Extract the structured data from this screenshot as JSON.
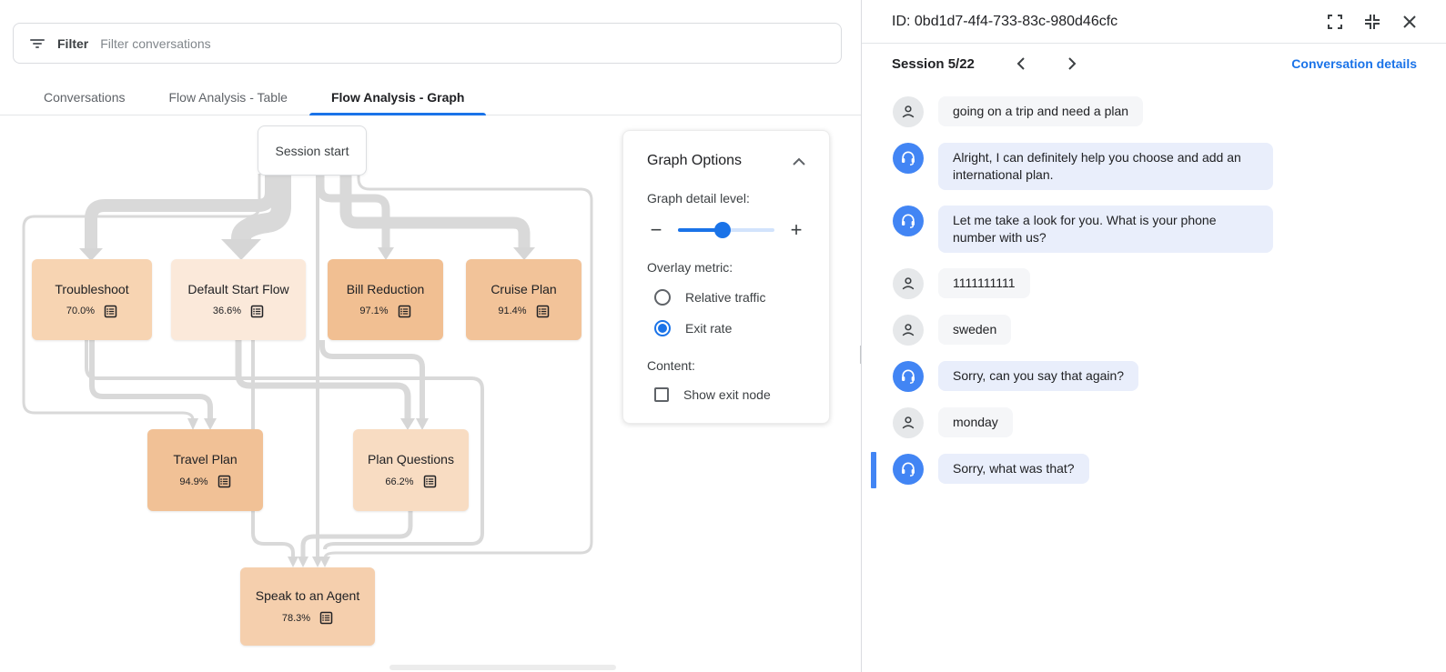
{
  "colors": {
    "accent_blue": "#1a73e8",
    "bot_avatar_blue": "#4285f4",
    "bot_bubble": "#e9eefb",
    "user_bubble": "#f5f6f8",
    "edge_gray": "#d9d9d9",
    "active_marker_blue": "#4285f4"
  },
  "left_panel": {
    "filter_bar": {
      "label": "Filter",
      "placeholder": "Filter conversations"
    },
    "tabs": [
      {
        "label": "Conversations",
        "active": false
      },
      {
        "label": "Flow Analysis - Table",
        "active": false
      },
      {
        "label": "Flow Analysis - Graph",
        "active": true
      }
    ],
    "graph": {
      "start_node": "Session start",
      "overlay_metric_shown": "Exit rate",
      "nodes": [
        {
          "label": "Troubleshoot",
          "exit_rate": "70.0%",
          "color": "#f7d4b2"
        },
        {
          "label": "Default Start Flow",
          "exit_rate": "36.6%",
          "color": "#fbe9da"
        },
        {
          "label": "Bill Reduction",
          "exit_rate": "97.1%",
          "color": "#f1bf92"
        },
        {
          "label": "Cruise Plan",
          "exit_rate": "91.4%",
          "color": "#f2c399"
        },
        {
          "label": "Travel Plan",
          "exit_rate": "94.9%",
          "color": "#f1c196"
        },
        {
          "label": "Plan Questions",
          "exit_rate": "66.2%",
          "color": "#f8dcc2"
        },
        {
          "label": "Speak to an Agent",
          "exit_rate": "78.3%",
          "color": "#f5cfad"
        }
      ]
    },
    "graph_options": {
      "title": "Graph Options",
      "detail_label": "Graph detail level:",
      "slider_fill_pct": 46,
      "overlay_label": "Overlay metric:",
      "overlay_options": [
        {
          "label": "Relative traffic",
          "selected": false
        },
        {
          "label": "Exit rate",
          "selected": true
        }
      ],
      "content_label": "Content:",
      "content_options": [
        {
          "label": "Show exit node",
          "checked": false
        }
      ]
    }
  },
  "right_panel": {
    "title": "ID: 0bd1d7-4f4-733-83c-980d46cfc",
    "session_label": "Session 5/22",
    "details_link": "Conversation details",
    "messages": [
      {
        "sender": "user",
        "text": "going on a trip and need a plan",
        "active": false
      },
      {
        "sender": "bot",
        "text": "Alright, I can definitely help you choose and add an international plan.",
        "active": false
      },
      {
        "sender": "bot",
        "text": "Let me take a look for you. What is your phone number with us?",
        "active": false
      },
      {
        "sender": "user",
        "text": "1111111111",
        "active": false
      },
      {
        "sender": "user",
        "text": "sweden",
        "active": false
      },
      {
        "sender": "bot",
        "text": "Sorry, can you say that again?",
        "active": false
      },
      {
        "sender": "user",
        "text": "monday",
        "active": false
      },
      {
        "sender": "bot",
        "text": "Sorry, what was that?",
        "active": true
      }
    ]
  }
}
